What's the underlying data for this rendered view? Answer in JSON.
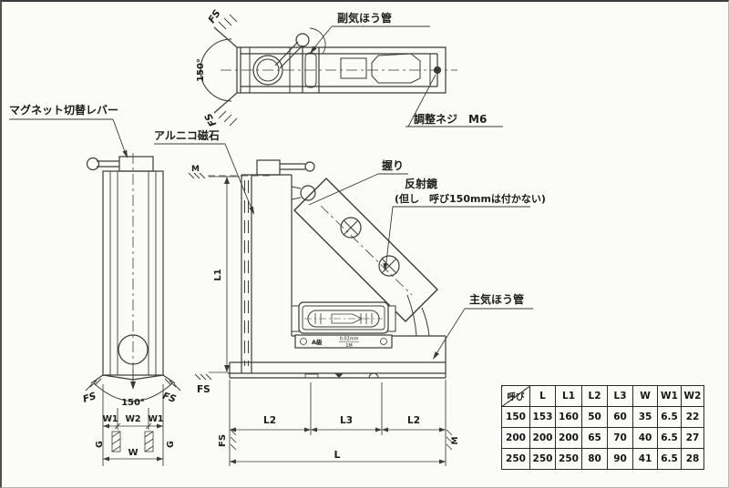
{
  "colors": {
    "ink": "#3a3a3a",
    "paper": "#fbfbf8",
    "text": "#1c1c1c"
  },
  "annotations": {
    "aux_vial": "副気ほう管",
    "adjust_screw": "調整ネジ　M6",
    "magnet_lever": "マグネット切替レバー",
    "alnico_magnet": "アルニコ磁石",
    "grip": "握り",
    "mirror": "反射鏡",
    "mirror_note": "(但し　呼び150mmは付かない)",
    "main_vial": "主気ほう管"
  },
  "plate": {
    "grade": "A級",
    "sens_num": "0.02mm",
    "sens_den": "1M"
  },
  "dims": {
    "angle": "150°",
    "fs": "FS",
    "m": "M",
    "g": "G",
    "l": "L",
    "l1": "L1",
    "l2": "L2",
    "l3": "L3",
    "w": "W",
    "w1": "W1",
    "w2": "W2"
  },
  "table": {
    "corner": "呼び",
    "headers": [
      "L",
      "L1",
      "L2",
      "L3",
      "W",
      "W1",
      "W2"
    ],
    "rows": [
      [
        "150",
        "153",
        "160",
        "50",
        "60",
        "35",
        "6.5",
        "22"
      ],
      [
        "200",
        "200",
        "200",
        "65",
        "70",
        "40",
        "6.5",
        "27"
      ],
      [
        "250",
        "250",
        "250",
        "80",
        "90",
        "41",
        "6.5",
        "28"
      ]
    ]
  }
}
